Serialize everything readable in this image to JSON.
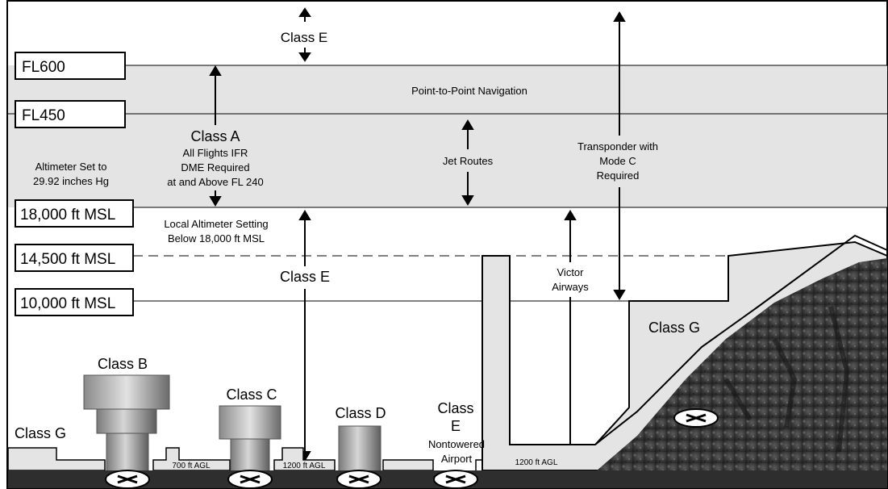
{
  "altitude_labels": {
    "fl600": "FL600",
    "fl450": "FL450",
    "msl_18000": "18,000 ft MSL",
    "msl_14500": "14,500 ft MSL",
    "msl_10000": "10,000 ft MSL"
  },
  "upper": {
    "class_e_top": "Class E",
    "point_to_point": "Point-to-Point Navigation",
    "jet_routes": "Jet Routes",
    "altimeter_set_line1": "Altimeter Set to",
    "altimeter_set_line2": "29.92 inches Hg"
  },
  "class_a": {
    "title": "Class A",
    "line1": "All Flights IFR",
    "line2": "DME Required",
    "line3": "at and Above FL 240"
  },
  "transponder": {
    "line1": "Transponder with",
    "line2": "Mode C",
    "line3": "Required"
  },
  "local_altimeter": {
    "line1": "Local Altimeter Setting",
    "line2": "Below 18,000 ft MSL"
  },
  "class_e_mid": "Class E",
  "victor": {
    "line1": "Victor",
    "line2": "Airways"
  },
  "class_g_mountain": "Class G",
  "class_g_left": "Class G",
  "class_b": "Class B",
  "class_c": "Class C",
  "class_d": "Class D",
  "class_e_airport": {
    "line1": "Class",
    "line2": "E",
    "line3": "Nontowered",
    "line4": "Airport"
  },
  "agl": {
    "agl_700": "700 ft AGL",
    "agl_1200_a": "1200 ft AGL",
    "agl_1200_b": "1200 ft AGL"
  },
  "colors": {
    "band": "#e4e4e4",
    "ground": "#2e2e2e",
    "line": "#000000",
    "cylinder_light": "#cfcfcf",
    "cylinder_dark": "#6e6e6e",
    "mountain": "#3b3b3b"
  }
}
